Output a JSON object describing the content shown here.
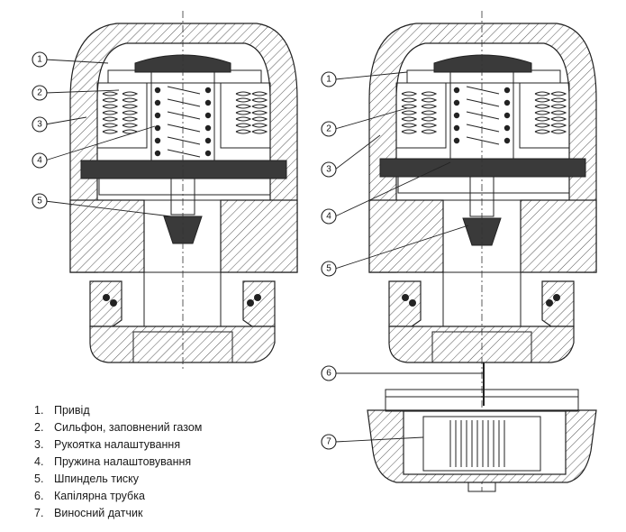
{
  "legend": [
    {
      "number": "1.",
      "text": "Привід"
    },
    {
      "number": "2.",
      "text": "Сильфон, заповнений газом"
    },
    {
      "number": "3.",
      "text": "Рукоятка налаштування"
    },
    {
      "number": "4.",
      "text": "Пружина налаштовування"
    },
    {
      "number": "5.",
      "text": "Шпиндель тиску"
    },
    {
      "number": "6.",
      "text": "Капілярна трубка"
    },
    {
      "number": "7.",
      "text": "Виносний датчик"
    }
  ],
  "left_callouts": [
    "1",
    "2",
    "3",
    "4",
    "5"
  ],
  "right_callouts": [
    "1",
    "2",
    "3",
    "4",
    "5",
    "6",
    "7"
  ]
}
